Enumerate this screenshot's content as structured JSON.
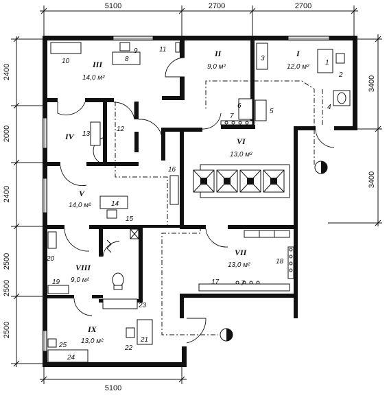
{
  "dimensions": {
    "top": [
      "5100",
      "2700",
      "2700"
    ],
    "bottom": [
      "5100"
    ],
    "left": [
      "2400",
      "2000",
      "2400",
      "2500",
      "2500",
      "2500"
    ],
    "right": [
      "3400",
      "3400"
    ]
  },
  "rooms": [
    {
      "id": "I",
      "area": "12,0 м²"
    },
    {
      "id": "II",
      "area": "9,0 м²"
    },
    {
      "id": "III",
      "area": "14,0 м²"
    },
    {
      "id": "IV",
      "area": ""
    },
    {
      "id": "V",
      "area": "14,0 м²"
    },
    {
      "id": "VI",
      "area": "13,0 м²"
    },
    {
      "id": "VII",
      "area": "13,0 м²"
    },
    {
      "id": "VIII",
      "area": "9,0 м²"
    },
    {
      "id": "IX",
      "area": "13,0 м²"
    }
  ],
  "items": [
    "1",
    "2",
    "3",
    "4",
    "5",
    "6",
    "7",
    "7",
    "8",
    "9",
    "10",
    "11",
    "12",
    "13",
    "14",
    "15",
    "16",
    "17",
    "18",
    "19",
    "20",
    "21",
    "22",
    "23",
    "24",
    "25"
  ]
}
